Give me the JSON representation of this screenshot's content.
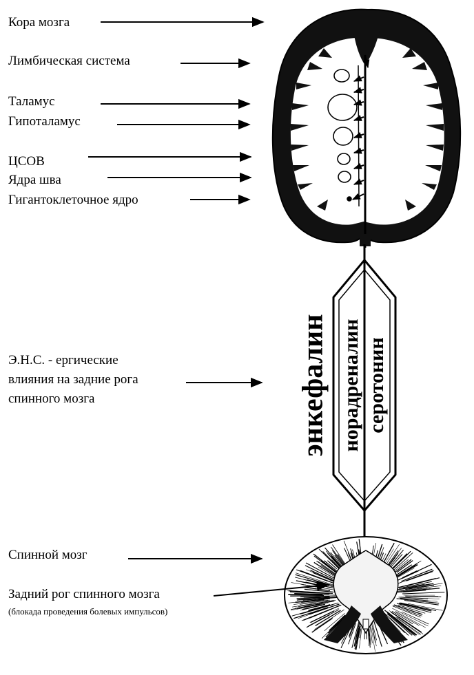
{
  "labels": {
    "cortex": "Кора мозга",
    "limbic": "Лимбическая система",
    "thalamus": "Таламус",
    "hypothalamus": "Гипоталамус",
    "csov": "ЦСОВ",
    "raphe": "Ядра шва",
    "giganto": "Гигантоклеточное ядро",
    "ens_line1": "Э.Н.С. - ергические",
    "ens_line2": "влияния на задние рога",
    "ens_line3": "спинного мозга",
    "spinal": "Спинной мозг",
    "dorsal_horn": "Задний рог спинного мозга",
    "dorsal_horn_note": "(блокада проведения болевых импульсов)"
  },
  "pathway": {
    "enkephalin": "энкефалин",
    "noradrenaline": "норадреналин",
    "serotonin": "серотонин"
  }
}
